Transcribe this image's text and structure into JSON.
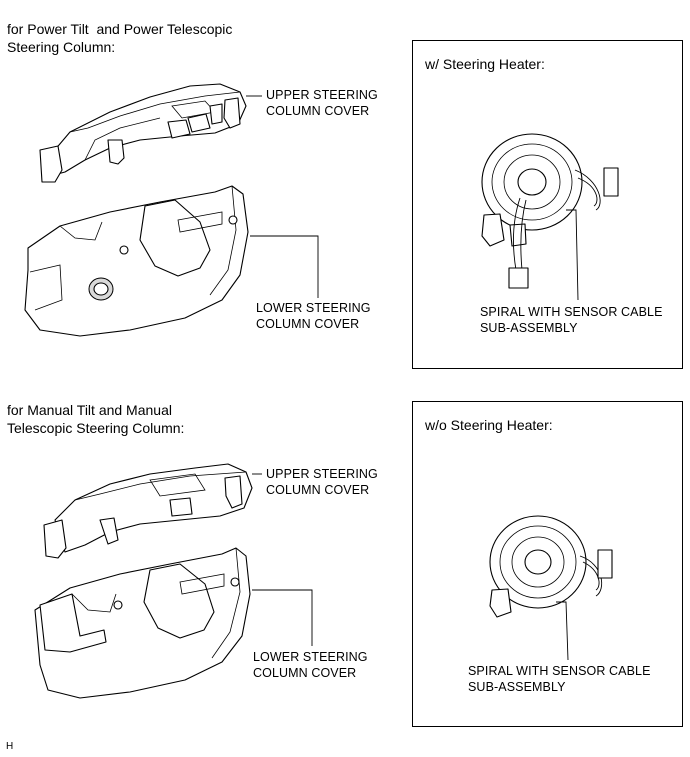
{
  "power_section": {
    "heading_line1": "for Power Tilt  and Power Telescopic",
    "heading_line2": "Steering Column:",
    "upper_label_line1": "UPPER STEERING",
    "upper_label_line2": "COLUMN COVER",
    "lower_label_line1": "LOWER STEERING",
    "lower_label_line2": "COLUMN COVER"
  },
  "manual_section": {
    "heading_line1": "for Manual Tilt and Manual",
    "heading_line2": "Telescopic Steering Column:",
    "upper_label_line1": "UPPER STEERING",
    "upper_label_line2": "COLUMN COVER",
    "lower_label_line1": "LOWER STEERING",
    "lower_label_line2": "COLUMN COVER"
  },
  "heater_box": {
    "title": "w/ Steering Heater:",
    "label_line1": "SPIRAL WITH SENSOR CABLE",
    "label_line2": "SUB-ASSEMBLY"
  },
  "no_heater_box": {
    "title": "w/o Steering Heater:",
    "label_line1": "SPIRAL WITH SENSOR CABLE",
    "label_line2": "SUB-ASSEMBLY"
  },
  "footer_code": "H"
}
